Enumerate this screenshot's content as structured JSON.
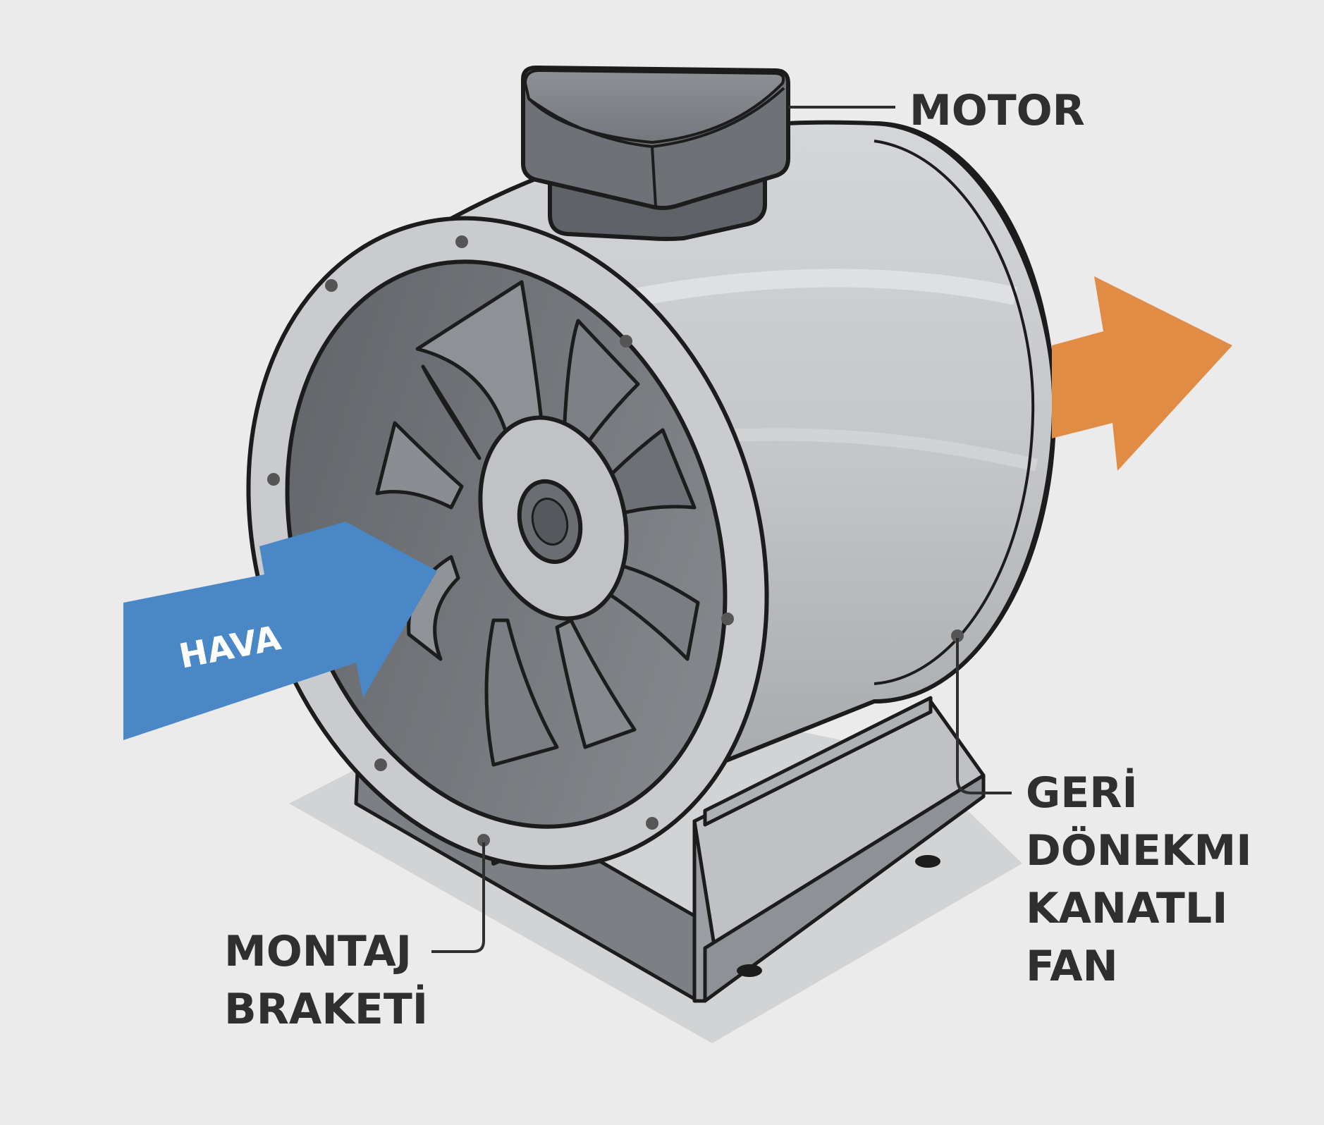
{
  "labels": {
    "motor": "MOTOR",
    "fan": [
      "GERİ",
      "DÖNEKMI",
      "KANATLI",
      "FAN"
    ],
    "bracket": [
      "MONTAJ",
      "BRAKETİ"
    ],
    "air_in": "HAVA"
  },
  "colors": {
    "background": "#ebebeb",
    "housing": "#c5c7ca",
    "housing_dark": "#9a9da1",
    "motor": "#6b6e73",
    "outline": "#1c1c1c",
    "inlet_arrow": "#4a87c7",
    "outlet_arrow": "#e08c45"
  }
}
